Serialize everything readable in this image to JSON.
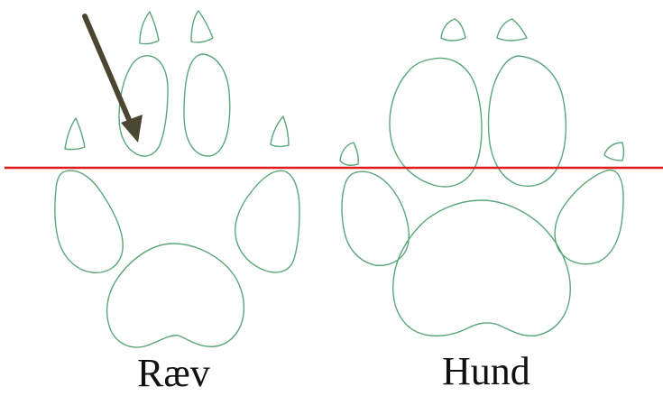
{
  "labels": {
    "left": "Ræv",
    "right": "Hund"
  },
  "colors": {
    "outline": "#5aa678",
    "reference_line": "#e01b1b",
    "arrow": "#4a4632",
    "text": "#111111",
    "background": "#ffffff"
  },
  "shapes": {
    "reference_line": "red-horizontal-line",
    "pointer": "dark-arrow-pointing-at-fox-toe-pad"
  }
}
